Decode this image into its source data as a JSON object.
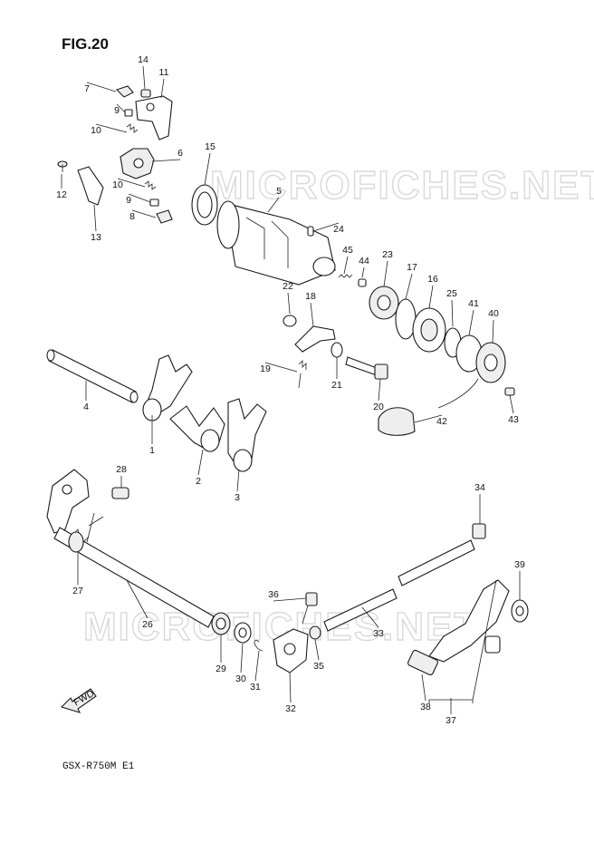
{
  "header": {
    "figure_label": "FIG.20"
  },
  "footer": {
    "model_code": "GSX-R750M E1"
  },
  "watermark": {
    "text": "MICROFICHES.NET"
  },
  "direction_marker": {
    "text": "FWD"
  },
  "callouts": [
    "1",
    "2",
    "3",
    "4",
    "5",
    "6",
    "7",
    "8",
    "9",
    "9",
    "10",
    "10",
    "11",
    "12",
    "13",
    "14",
    "15",
    "16",
    "17",
    "18",
    "19",
    "20",
    "21",
    "22",
    "23",
    "24",
    "25",
    "26",
    "27",
    "28",
    "29",
    "30",
    "31",
    "32",
    "33",
    "34",
    "35",
    "36",
    "37",
    "38",
    "39",
    "40",
    "41",
    "42",
    "43",
    "44",
    "45"
  ]
}
